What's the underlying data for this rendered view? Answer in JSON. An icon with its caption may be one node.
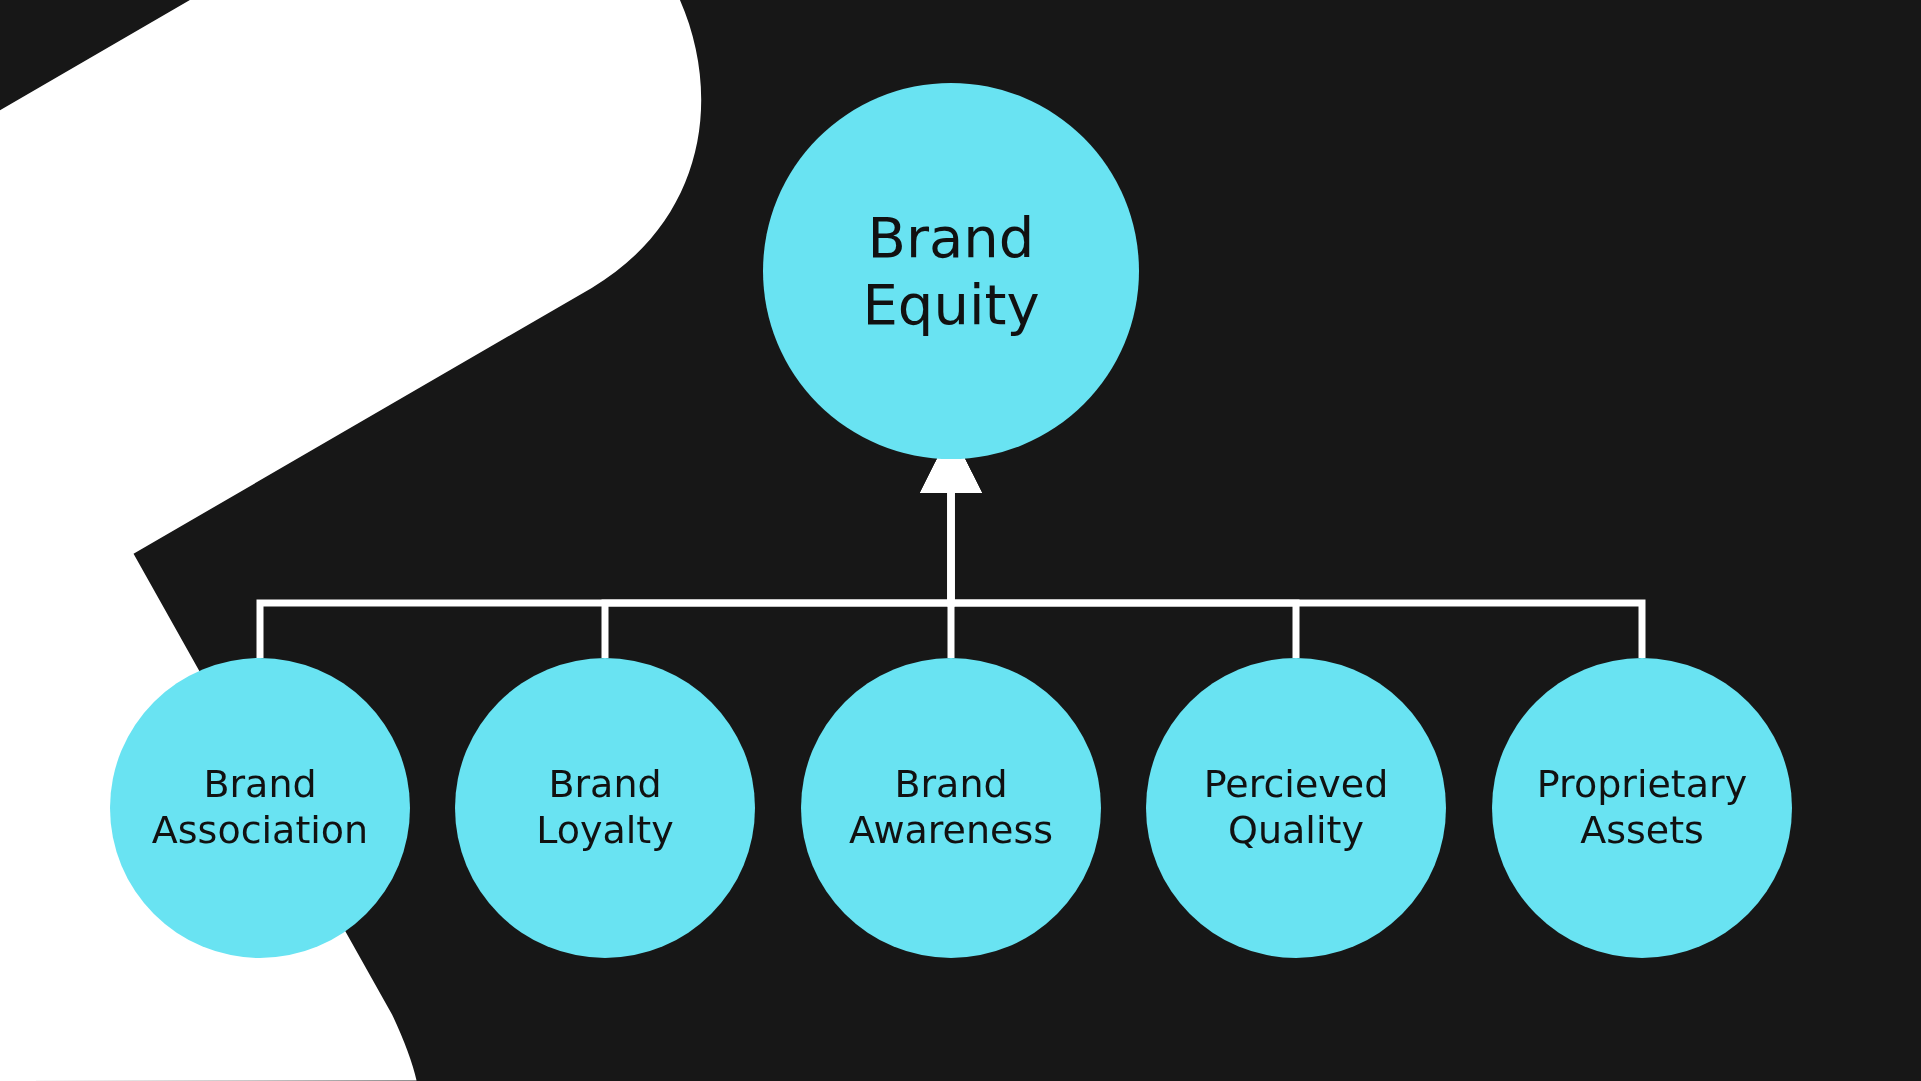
{
  "diagram": {
    "nodes": [
      {
        "text": [
          "Brand Equity"
        ]
      },
      {
        "text": [
          "Brand Association"
        ]
      },
      {
        "text": [
          "Brand Loyalty"
        ]
      },
      {
        "text": [
          "Brand Awareness"
        ]
      },
      {
        "text": [
          "Percieved Quality"
        ]
      },
      {
        "text": [
          "Proprietary Assets"
        ]
      }
    ],
    "edges": [
      {
        "from": 1,
        "to": 0,
        "arrow": "to"
      },
      {
        "from": 2,
        "to": 0,
        "arrow": "to"
      },
      {
        "from": 3,
        "to": 0,
        "arrow": "to"
      },
      {
        "from": 4,
        "to": 0,
        "arrow": "to"
      },
      {
        "from": 5,
        "to": 0,
        "arrow": "to"
      }
    ]
  }
}
